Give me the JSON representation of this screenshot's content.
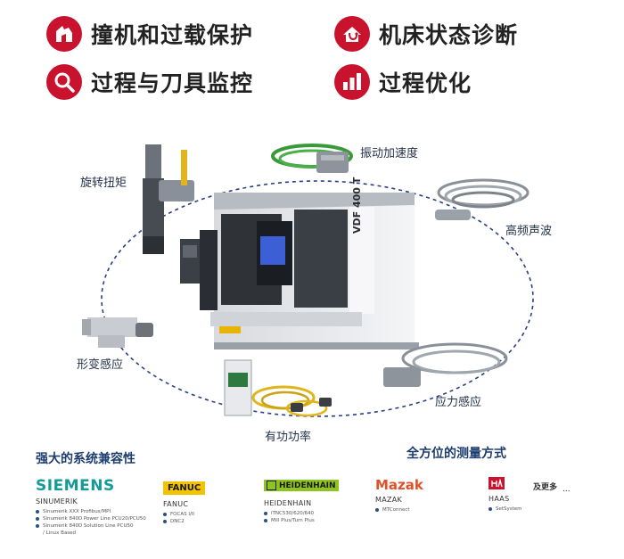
{
  "features": [
    {
      "label": "撞机和过载保护",
      "icon": "collision-protection-icon"
    },
    {
      "label": "机床状态诊断",
      "icon": "machine-diagnosis-icon"
    },
    {
      "label": "过程与刀具监控",
      "icon": "process-monitor-icon"
    },
    {
      "label": "过程优化",
      "icon": "process-optimization-icon"
    }
  ],
  "machine_model": "VDF 400 T",
  "sensors": {
    "vibration": "振动加速度",
    "torque": "旋转扭矩",
    "acoustic": "高频声波",
    "strain": "形变感应",
    "stress": "应力感应",
    "power": "有功功率"
  },
  "section_compat": "强大的系统兼容性",
  "section_measure": "全方位的测量方式",
  "colors": {
    "accent": "#c9122e",
    "dashed_ring": "#2a3f86",
    "heading": "#1d3d6e"
  },
  "brands": [
    {
      "logo": "SIEMENS",
      "name": "SINUMERIK",
      "items": [
        "Sinumerik XXX Profibus/MPI",
        "Sinumerik 840D Power Line PCU20/PCU50",
        "Sinumerik 840D Solution Line PCU50 / Linux Based"
      ]
    },
    {
      "logo": "FANUC",
      "name": "FANUC",
      "items": [
        "FOCAS I/II",
        "DNC2"
      ]
    },
    {
      "logo": "HEIDENHAIN",
      "name": "HEIDENHAIN",
      "items": [
        "iTNC530/620/640",
        "Mill Plus/Turn Plus"
      ]
    },
    {
      "logo": "Mazak",
      "name": "MAZAK",
      "items": [
        "MTConnect"
      ]
    },
    {
      "logo": "HAAS",
      "name": "HAAS",
      "items": [
        "SetSystem"
      ]
    }
  ],
  "more_label": "及更多",
  "more_ellipsis": "..."
}
